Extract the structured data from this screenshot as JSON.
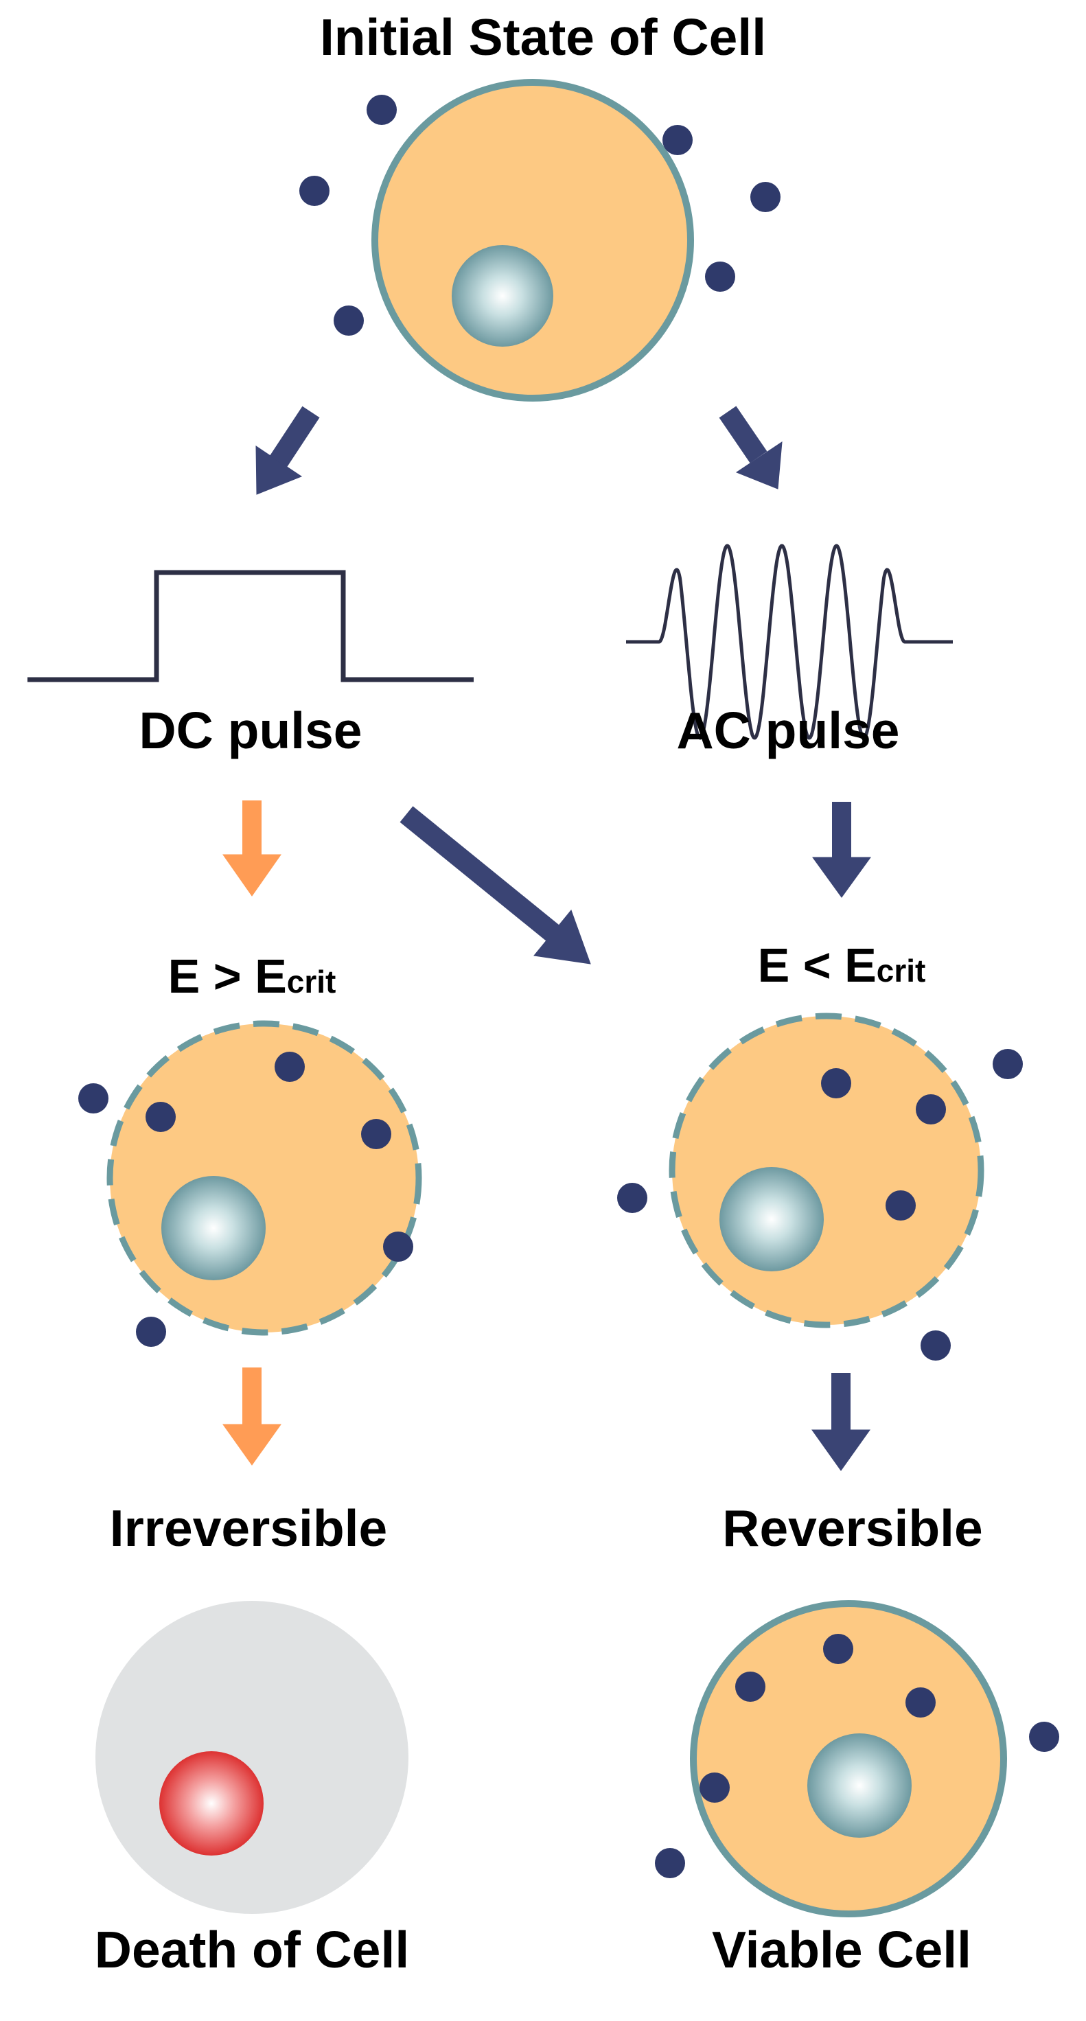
{
  "title": "Initial State of Cell",
  "pulses": {
    "dc": "DC pulse",
    "ac": "AC pulse"
  },
  "conditions": {
    "above": {
      "prefix": "E > E",
      "subscript": "crit"
    },
    "below": {
      "prefix": "E < E",
      "subscript": "crit"
    }
  },
  "outcomes": {
    "irreversible": "Irreversible",
    "reversible": "Reversible"
  },
  "final_states": {
    "death": "Death of Cell",
    "viable": "Viable Cell"
  },
  "colors": {
    "cytoplasm": "#FDC983",
    "membrane": "#6A9A9F",
    "molecule": "#2F3A6B",
    "arrow_dark": "#3A4474",
    "arrow_orange": "#FF9C55",
    "dead_cell": "#E0E2E3",
    "dead_nucleus": "#E23A3A",
    "pulse_line": "#2D2F45"
  },
  "icons": [
    "cell-icon",
    "nucleus-icon",
    "molecule-dot-icon",
    "dc-square-pulse-icon",
    "ac-sine-pulse-icon",
    "arrow-icon"
  ]
}
